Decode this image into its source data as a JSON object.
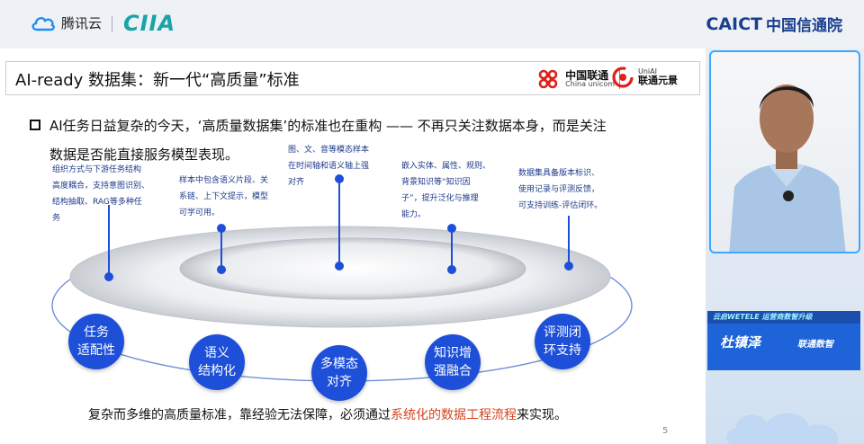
{
  "header": {
    "tencent_logo_text": "腾讯云",
    "ciia_logo_text": "CIIA",
    "caict_en": "CAICT",
    "caict_cn": "中国信通院"
  },
  "slide": {
    "title": "AI-ready 数据集：新一代“高质量”标准",
    "brands": {
      "unicom_cn": "中国联通",
      "unicom_en": "China unicom",
      "unia_en": "UniAI",
      "unia_cn": "联通元景"
    },
    "body_line1": "AI任务日益复杂的今天，‘高质量数据集’的标准也在重构 —— 不再只关注数据本身，而是关注",
    "body_line2": "数据是否能直接服务模型表现。",
    "annotations": [
      "组织方式与下游任务结构\n高度耦合，支持意图识别、\n结构抽取、RAG等多种任\n务",
      "样本中包含语义片段、关\n系链、上下文提示，模型\n可学可用。",
      "图、文、音等模态样本\n在时间轴和语义轴上强\n对齐",
      "嵌入实体、属性、规则、\n背景知识等“知识因\n子”，提升泛化与推理\n能力。",
      "数据集具备版本标识、\n使用记录与评测反馈，\n可支持训练-评估闭环。"
    ],
    "nodes": [
      "任务\n适配性",
      "语义\n结构化",
      "多模态\n对齐",
      "知识增\n强融合",
      "评测闭\n环支持"
    ],
    "footer_prefix": "复杂而多维的高质量标准，靠经验无法保障，必须通过",
    "footer_highlight": "系统化的数据工程流程",
    "footer_suffix": "来实现。",
    "page_number": "5"
  },
  "speaker_card": {
    "banner": "云启WETELE  运营商数智升级",
    "name": "杜镇泽",
    "org": "联通数智"
  },
  "colors": {
    "accent_blue": "#1d4fd8",
    "annotation_blue": "#1e3a8a",
    "highlight_orange": "#d2451e",
    "caict_blue": "#1a3f8f",
    "ciia_teal": "#1aa3a8"
  }
}
